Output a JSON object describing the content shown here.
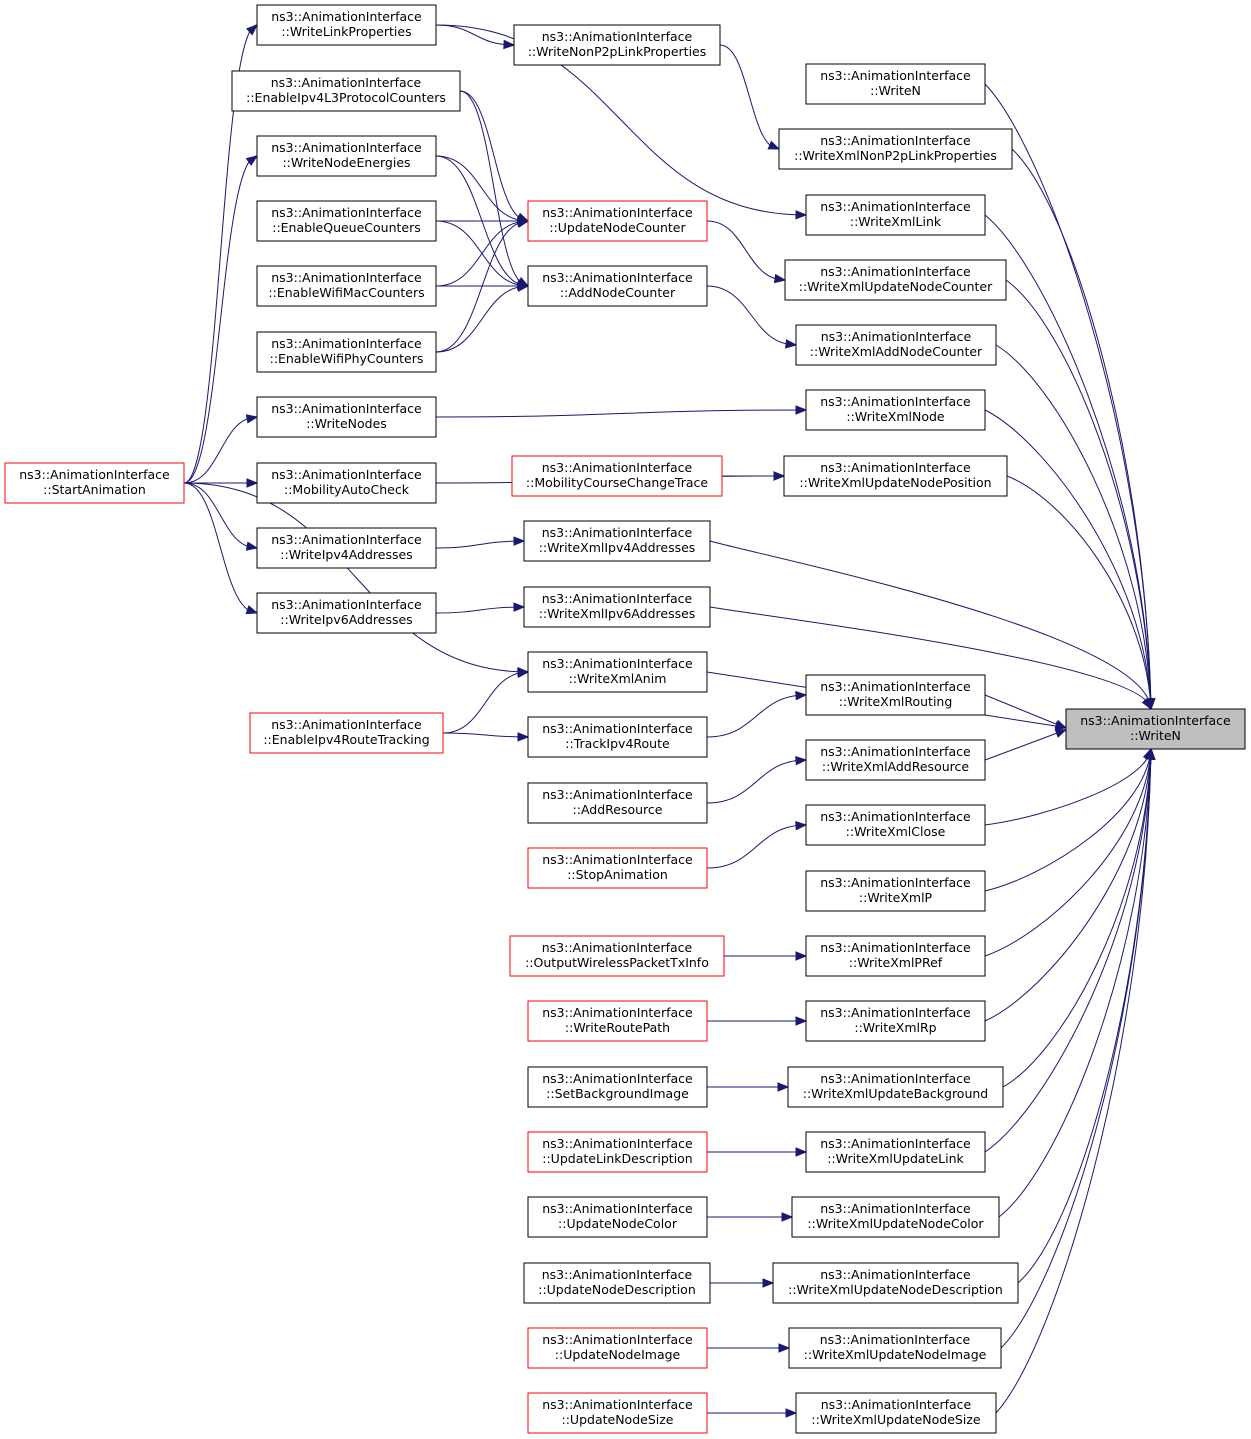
{
  "colors": {
    "edge": "#191970",
    "node_border": "#000000",
    "node_border_truncated": "#ff0000",
    "node_fill": "#ffffff",
    "focus_fill": "#bfbfbf"
  },
  "nodes": {
    "WriteN": {
      "line1": "ns3::AnimationInterface",
      "line2": "::WriteN",
      "style": "focus"
    },
    "WriteN_dup": {
      "line1": "ns3::AnimationInterface",
      "line2": "::WriteN",
      "style": "normal"
    },
    "WriteXmlNonP2p": {
      "line1": "ns3::AnimationInterface",
      "line2": "::WriteXmlNonP2pLinkProperties",
      "style": "normal"
    },
    "WriteNonP2p": {
      "line1": "ns3::AnimationInterface",
      "line2": "::WriteNonP2pLinkProperties",
      "style": "normal"
    },
    "WriteLinkProps": {
      "line1": "ns3::AnimationInterface",
      "line2": "::WriteLinkProperties",
      "style": "normal"
    },
    "StartAnimation": {
      "line1": "ns3::AnimationInterface",
      "line2": "::StartAnimation",
      "style": "red"
    },
    "WriteXmlLink": {
      "line1": "ns3::AnimationInterface",
      "line2": "::WriteXmlLink",
      "style": "normal"
    },
    "WriteXmlUpdNodeCtr": {
      "line1": "ns3::AnimationInterface",
      "line2": "::WriteXmlUpdateNodeCounter",
      "style": "normal"
    },
    "UpdateNodeCounter": {
      "line1": "ns3::AnimationInterface",
      "line2": "::UpdateNodeCounter",
      "style": "red"
    },
    "EnableIpv4L3": {
      "line1": "ns3::AnimationInterface",
      "line2": "::EnableIpv4L3ProtocolCounters",
      "style": "normal"
    },
    "WriteNodeEnergies": {
      "line1": "ns3::AnimationInterface",
      "line2": "::WriteNodeEnergies",
      "style": "normal"
    },
    "EnableQueue": {
      "line1": "ns3::AnimationInterface",
      "line2": "::EnableQueueCounters",
      "style": "normal"
    },
    "EnableWifiMac": {
      "line1": "ns3::AnimationInterface",
      "line2": "::EnableWifiMacCounters",
      "style": "normal"
    },
    "EnableWifiPhy": {
      "line1": "ns3::AnimationInterface",
      "line2": "::EnableWifiPhyCounters",
      "style": "normal"
    },
    "WriteXmlAddNodeCtr": {
      "line1": "ns3::AnimationInterface",
      "line2": "::WriteXmlAddNodeCounter",
      "style": "normal"
    },
    "AddNodeCounter": {
      "line1": "ns3::AnimationInterface",
      "line2": "::AddNodeCounter",
      "style": "normal"
    },
    "WriteXmlNode": {
      "line1": "ns3::AnimationInterface",
      "line2": "::WriteXmlNode",
      "style": "normal"
    },
    "WriteNodes": {
      "line1": "ns3::AnimationInterface",
      "line2": "::WriteNodes",
      "style": "normal"
    },
    "WriteXmlUpdNodePos": {
      "line1": "ns3::AnimationInterface",
      "line2": "::WriteXmlUpdateNodePosition",
      "style": "normal"
    },
    "MobilityCourse": {
      "line1": "ns3::AnimationInterface",
      "line2": "::MobilityCourseChangeTrace",
      "style": "red"
    },
    "MobilityAutoCheck": {
      "line1": "ns3::AnimationInterface",
      "line2": "::MobilityAutoCheck",
      "style": "normal"
    },
    "WriteXmlIpv4": {
      "line1": "ns3::AnimationInterface",
      "line2": "::WriteXmlIpv4Addresses",
      "style": "normal"
    },
    "WriteIpv4": {
      "line1": "ns3::AnimationInterface",
      "line2": "::WriteIpv4Addresses",
      "style": "normal"
    },
    "WriteXmlIpv6": {
      "line1": "ns3::AnimationInterface",
      "line2": "::WriteXmlIpv6Addresses",
      "style": "normal"
    },
    "WriteIpv6": {
      "line1": "ns3::AnimationInterface",
      "line2": "::WriteIpv6Addresses",
      "style": "normal"
    },
    "WriteXmlAnim": {
      "line1": "ns3::AnimationInterface",
      "line2": "::WriteXmlAnim",
      "style": "normal"
    },
    "EnableIpv4Route": {
      "line1": "ns3::AnimationInterface",
      "line2": "::EnableIpv4RouteTracking",
      "style": "red"
    },
    "WriteXmlRouting": {
      "line1": "ns3::AnimationInterface",
      "line2": "::WriteXmlRouting",
      "style": "normal"
    },
    "TrackIpv4Route": {
      "line1": "ns3::AnimationInterface",
      "line2": "::TrackIpv4Route",
      "style": "normal"
    },
    "WriteXmlAddRes": {
      "line1": "ns3::AnimationInterface",
      "line2": "::WriteXmlAddResource",
      "style": "normal"
    },
    "AddResource": {
      "line1": "ns3::AnimationInterface",
      "line2": "::AddResource",
      "style": "normal"
    },
    "WriteXmlClose": {
      "line1": "ns3::AnimationInterface",
      "line2": "::WriteXmlClose",
      "style": "normal"
    },
    "StopAnimation": {
      "line1": "ns3::AnimationInterface",
      "line2": "::StopAnimation",
      "style": "red"
    },
    "WriteXmlP": {
      "line1": "ns3::AnimationInterface",
      "line2": "::WriteXmlP",
      "style": "normal"
    },
    "WriteXmlPRef": {
      "line1": "ns3::AnimationInterface",
      "line2": "::WriteXmlPRef",
      "style": "normal"
    },
    "OutputWireless": {
      "line1": "ns3::AnimationInterface",
      "line2": "::OutputWirelessPacketTxInfo",
      "style": "red"
    },
    "WriteXmlRp": {
      "line1": "ns3::AnimationInterface",
      "line2": "::WriteXmlRp",
      "style": "normal"
    },
    "WriteRoutePath": {
      "line1": "ns3::AnimationInterface",
      "line2": "::WriteRoutePath",
      "style": "red"
    },
    "WriteXmlUpdBg": {
      "line1": "ns3::AnimationInterface",
      "line2": "::WriteXmlUpdateBackground",
      "style": "normal"
    },
    "SetBgImage": {
      "line1": "ns3::AnimationInterface",
      "line2": "::SetBackgroundImage",
      "style": "normal"
    },
    "WriteXmlUpdLink": {
      "line1": "ns3::AnimationInterface",
      "line2": "::WriteXmlUpdateLink",
      "style": "normal"
    },
    "UpdateLinkDesc": {
      "line1": "ns3::AnimationInterface",
      "line2": "::UpdateLinkDescription",
      "style": "red"
    },
    "WriteXmlUpdNodeColor": {
      "line1": "ns3::AnimationInterface",
      "line2": "::WriteXmlUpdateNodeColor",
      "style": "normal"
    },
    "UpdateNodeColor": {
      "line1": "ns3::AnimationInterface",
      "line2": "::UpdateNodeColor",
      "style": "normal"
    },
    "WriteXmlUpdNodeDesc": {
      "line1": "ns3::AnimationInterface",
      "line2": "::WriteXmlUpdateNodeDescription",
      "style": "normal"
    },
    "UpdateNodeDesc": {
      "line1": "ns3::AnimationInterface",
      "line2": "::UpdateNodeDescription",
      "style": "normal"
    },
    "WriteXmlUpdNodeImage": {
      "line1": "ns3::AnimationInterface",
      "line2": "::WriteXmlUpdateNodeImage",
      "style": "normal"
    },
    "UpdateNodeImage": {
      "line1": "ns3::AnimationInterface",
      "line2": "::UpdateNodeImage",
      "style": "red"
    },
    "WriteXmlUpdNodeSize": {
      "line1": "ns3::AnimationInterface",
      "line2": "::WriteXmlUpdateNodeSize",
      "style": "normal"
    },
    "UpdateNodeSize": {
      "line1": "ns3::AnimationInterface",
      "line2": "::UpdateNodeSize",
      "style": "red"
    }
  },
  "edges": [
    [
      "WriteN_dup",
      "WriteN"
    ],
    [
      "WriteXmlNonP2p",
      "WriteN"
    ],
    [
      "WriteNonP2p",
      "WriteXmlNonP2p"
    ],
    [
      "WriteLinkProps",
      "WriteNonP2p"
    ],
    [
      "StartAnimation",
      "WriteLinkProps"
    ],
    [
      "WriteXmlLink",
      "WriteN"
    ],
    [
      "WriteLinkProps",
      "WriteXmlLink"
    ],
    [
      "WriteXmlUpdNodeCtr",
      "WriteN"
    ],
    [
      "UpdateNodeCounter",
      "WriteXmlUpdNodeCtr"
    ],
    [
      "EnableIpv4L3",
      "UpdateNodeCounter"
    ],
    [
      "WriteNodeEnergies",
      "UpdateNodeCounter"
    ],
    [
      "EnableQueue",
      "UpdateNodeCounter"
    ],
    [
      "EnableWifiMac",
      "UpdateNodeCounter"
    ],
    [
      "EnableWifiPhy",
      "UpdateNodeCounter"
    ],
    [
      "StartAnimation",
      "WriteNodeEnergies"
    ],
    [
      "WriteXmlAddNodeCtr",
      "WriteN"
    ],
    [
      "AddNodeCounter",
      "WriteXmlAddNodeCtr"
    ],
    [
      "EnableIpv4L3",
      "AddNodeCounter"
    ],
    [
      "WriteNodeEnergies",
      "AddNodeCounter"
    ],
    [
      "EnableQueue",
      "AddNodeCounter"
    ],
    [
      "EnableWifiMac",
      "AddNodeCounter"
    ],
    [
      "EnableWifiPhy",
      "AddNodeCounter"
    ],
    [
      "WriteXmlNode",
      "WriteN"
    ],
    [
      "WriteNodes",
      "WriteXmlNode"
    ],
    [
      "StartAnimation",
      "WriteNodes"
    ],
    [
      "WriteXmlUpdNodePos",
      "WriteN"
    ],
    [
      "MobilityCourse",
      "WriteXmlUpdNodePos"
    ],
    [
      "MobilityAutoCheck",
      "WriteXmlUpdNodePos"
    ],
    [
      "StartAnimation",
      "MobilityAutoCheck"
    ],
    [
      "WriteXmlIpv4",
      "WriteN"
    ],
    [
      "WriteIpv4",
      "WriteXmlIpv4"
    ],
    [
      "StartAnimation",
      "WriteIpv4"
    ],
    [
      "WriteXmlIpv6",
      "WriteN"
    ],
    [
      "WriteIpv6",
      "WriteXmlIpv6"
    ],
    [
      "StartAnimation",
      "WriteIpv6"
    ],
    [
      "WriteXmlAnim",
      "WriteN"
    ],
    [
      "StartAnimation",
      "WriteXmlAnim"
    ],
    [
      "EnableIpv4Route",
      "WriteXmlAnim"
    ],
    [
      "WriteXmlRouting",
      "WriteN"
    ],
    [
      "TrackIpv4Route",
      "WriteXmlRouting"
    ],
    [
      "EnableIpv4Route",
      "TrackIpv4Route"
    ],
    [
      "WriteXmlAddRes",
      "WriteN"
    ],
    [
      "AddResource",
      "WriteXmlAddRes"
    ],
    [
      "WriteXmlClose",
      "WriteN"
    ],
    [
      "StopAnimation",
      "WriteXmlClose"
    ],
    [
      "WriteXmlP",
      "WriteN"
    ],
    [
      "WriteXmlPRef",
      "WriteN"
    ],
    [
      "OutputWireless",
      "WriteXmlPRef"
    ],
    [
      "WriteXmlRp",
      "WriteN"
    ],
    [
      "WriteRoutePath",
      "WriteXmlRp"
    ],
    [
      "WriteXmlUpdBg",
      "WriteN"
    ],
    [
      "SetBgImage",
      "WriteXmlUpdBg"
    ],
    [
      "WriteXmlUpdLink",
      "WriteN"
    ],
    [
      "UpdateLinkDesc",
      "WriteXmlUpdLink"
    ],
    [
      "WriteXmlUpdNodeColor",
      "WriteN"
    ],
    [
      "UpdateNodeColor",
      "WriteXmlUpdNodeColor"
    ],
    [
      "WriteXmlUpdNodeDesc",
      "WriteN"
    ],
    [
      "UpdateNodeDesc",
      "WriteXmlUpdNodeDesc"
    ],
    [
      "WriteXmlUpdNodeImage",
      "WriteN"
    ],
    [
      "UpdateNodeImage",
      "WriteXmlUpdNodeImage"
    ],
    [
      "WriteXmlUpdNodeSize",
      "WriteN"
    ],
    [
      "UpdateNodeSize",
      "WriteXmlUpdNodeSize"
    ]
  ]
}
